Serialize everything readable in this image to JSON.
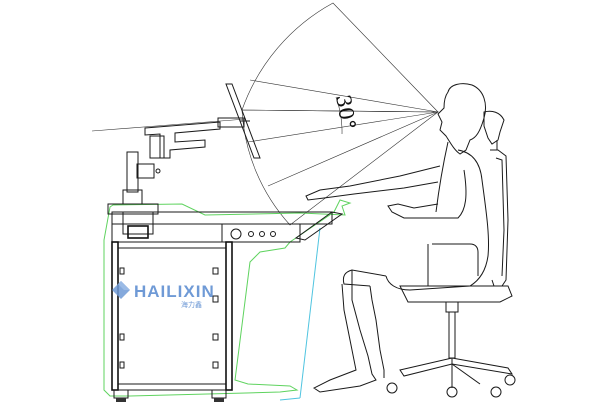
{
  "angle_label": "30°",
  "logo": {
    "wordmark": "HAILIXIN",
    "subtitle": "海力鑫",
    "icon": "diamond-logo-icon",
    "color": "#6f9ad6"
  },
  "colors": {
    "desk_outline": "#5fd35f",
    "support_outline": "#4fc4e0",
    "line": "#1a1a1a"
  }
}
